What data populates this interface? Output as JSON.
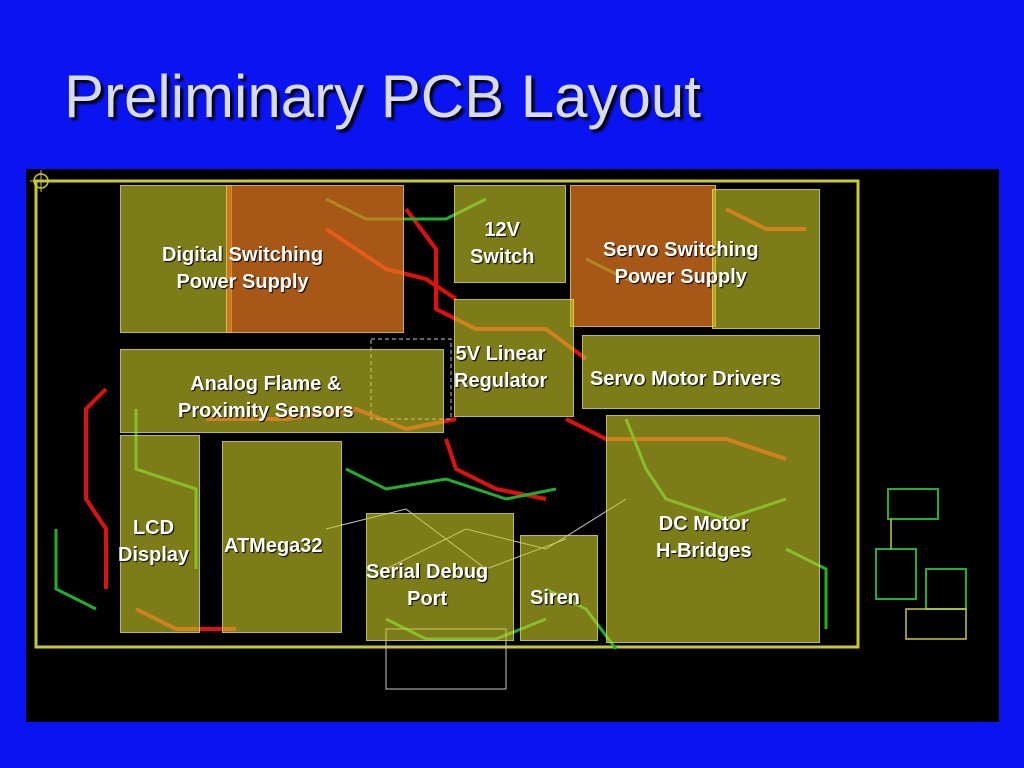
{
  "slide": {
    "title": "Preliminary PCB Layout"
  },
  "pcb": {
    "colors": {
      "background": "#0a14f0",
      "board": "#000000",
      "outline": "#c8c832",
      "trace_red": "#e01010",
      "trace_green": "#20b030",
      "block_yellow": "#c8c828",
      "block_orange": "#e8781e"
    },
    "regions": [
      {
        "id": "digital-psu",
        "line1": "Digital Switching",
        "line2": "Power Supply"
      },
      {
        "id": "switch-12v",
        "line1": "12V",
        "line2": "Switch"
      },
      {
        "id": "servo-psu",
        "line1": "Servo Switching",
        "line2": "Power Supply"
      },
      {
        "id": "linear-5v",
        "line1": "5V Linear",
        "line2": "Regulator"
      },
      {
        "id": "analog-sensors",
        "line1": "Analog Flame &",
        "line2": "Proximity Sensors"
      },
      {
        "id": "servo-drivers",
        "line1": "Servo Motor Drivers",
        "line2": ""
      },
      {
        "id": "lcd",
        "line1": "LCD",
        "line2": "Display"
      },
      {
        "id": "mcu",
        "line1": "ATMega32",
        "line2": ""
      },
      {
        "id": "serial",
        "line1": "Serial Debug",
        "line2": "Port"
      },
      {
        "id": "siren",
        "line1": "Siren",
        "line2": ""
      },
      {
        "id": "hbridges",
        "line1": "DC Motor",
        "line2": "H-Bridges"
      }
    ]
  }
}
